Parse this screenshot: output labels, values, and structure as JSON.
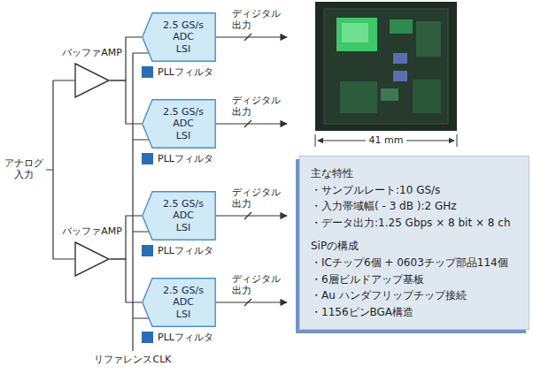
{
  "diagram": {
    "nodes": [
      {
        "text": [
          "バッファAMP"
        ]
      },
      {
        "text": [
          "2.5 GS/s",
          "ADC",
          "LSI"
        ]
      },
      {
        "text": [
          "PLLフィルタ"
        ]
      },
      {
        "text": [
          "2.5 GS/s",
          "ADC",
          "LSI"
        ]
      },
      {
        "text": [
          "PLLフィルタ"
        ]
      },
      {
        "text": [
          "バッファAMP"
        ]
      },
      {
        "text": [
          "2.5 GS/s",
          "ADC",
          "LSI"
        ]
      },
      {
        "text": [
          "PLLフィルタ"
        ]
      },
      {
        "text": [
          "2.5 GS/s",
          "ADC",
          "LSI"
        ]
      },
      {
        "text": [
          "PLLフィルタ"
        ]
      },
      {
        "text": [
          "主な特性",
          "・サンプルレート:10 GS/s",
          "・入力帯域幅( - 3 dB ):2 GHz",
          "・データ出力:1.25 Gbps × 8 bit × 8 ch",
          "SiPの構成",
          "・ICチップ6個 + 0603チップ部品114個",
          "・6層ビルドアップ基板",
          "・Au ハンダフリップチップ接続",
          "・1156ピンBGA構造"
        ]
      }
    ],
    "edges": [
      {
        "from": 0,
        "to": 1,
        "arrow": "none"
      },
      {
        "from": 0,
        "to": 3,
        "arrow": "none"
      },
      {
        "from": 5,
        "to": 6,
        "arrow": "none"
      },
      {
        "from": 5,
        "to": 8,
        "arrow": "none"
      }
    ],
    "labels": [
      "アナログ 入力",
      "ディジタル 出力",
      "ディジタル 出力",
      "ディジタル 出力",
      "ディジタル 出力",
      "リファレンスCLK",
      "41 mm"
    ]
  }
}
